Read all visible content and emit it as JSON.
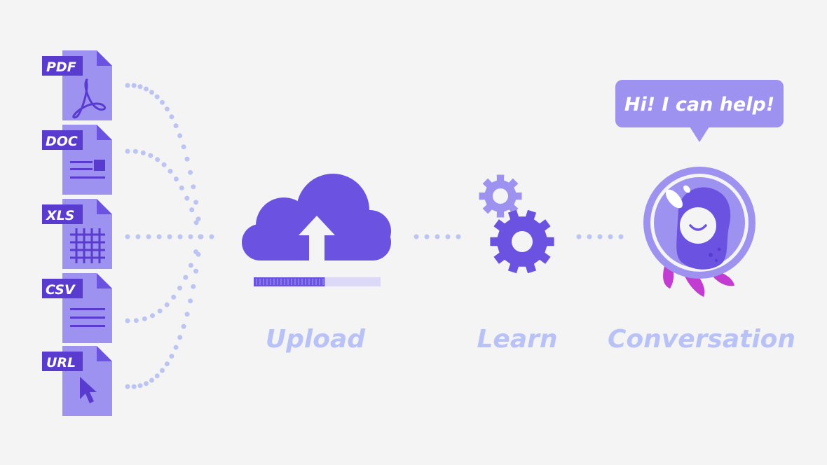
{
  "files": [
    {
      "label": "PDF",
      "icon": "pdf-icon"
    },
    {
      "label": "DOC",
      "icon": "document-lines-icon"
    },
    {
      "label": "XLS",
      "icon": "grid-icon"
    },
    {
      "label": "CSV",
      "icon": "text-lines-icon"
    },
    {
      "label": "URL",
      "icon": "cursor-arrow-icon"
    }
  ],
  "stages": {
    "upload": {
      "label": "Upload",
      "icon": "cloud-upload-icon",
      "progress": 0.56
    },
    "learn": {
      "label": "Learn",
      "icon": "gears-icon"
    },
    "conversation": {
      "label": "Conversation",
      "icon": "octopus-mascot-icon"
    }
  },
  "speech_bubble": {
    "text": "Hi! I can help!"
  },
  "colors": {
    "background": "#f4f4f4",
    "primary": "#6c52e0",
    "document": "#9d92f0",
    "label_tab": "#5a3bcf",
    "stage_label": "#b9c2f6",
    "dots": "#bcc4f3",
    "progress_track": "#dcd8f8",
    "tentacles": "#c23cd2"
  }
}
